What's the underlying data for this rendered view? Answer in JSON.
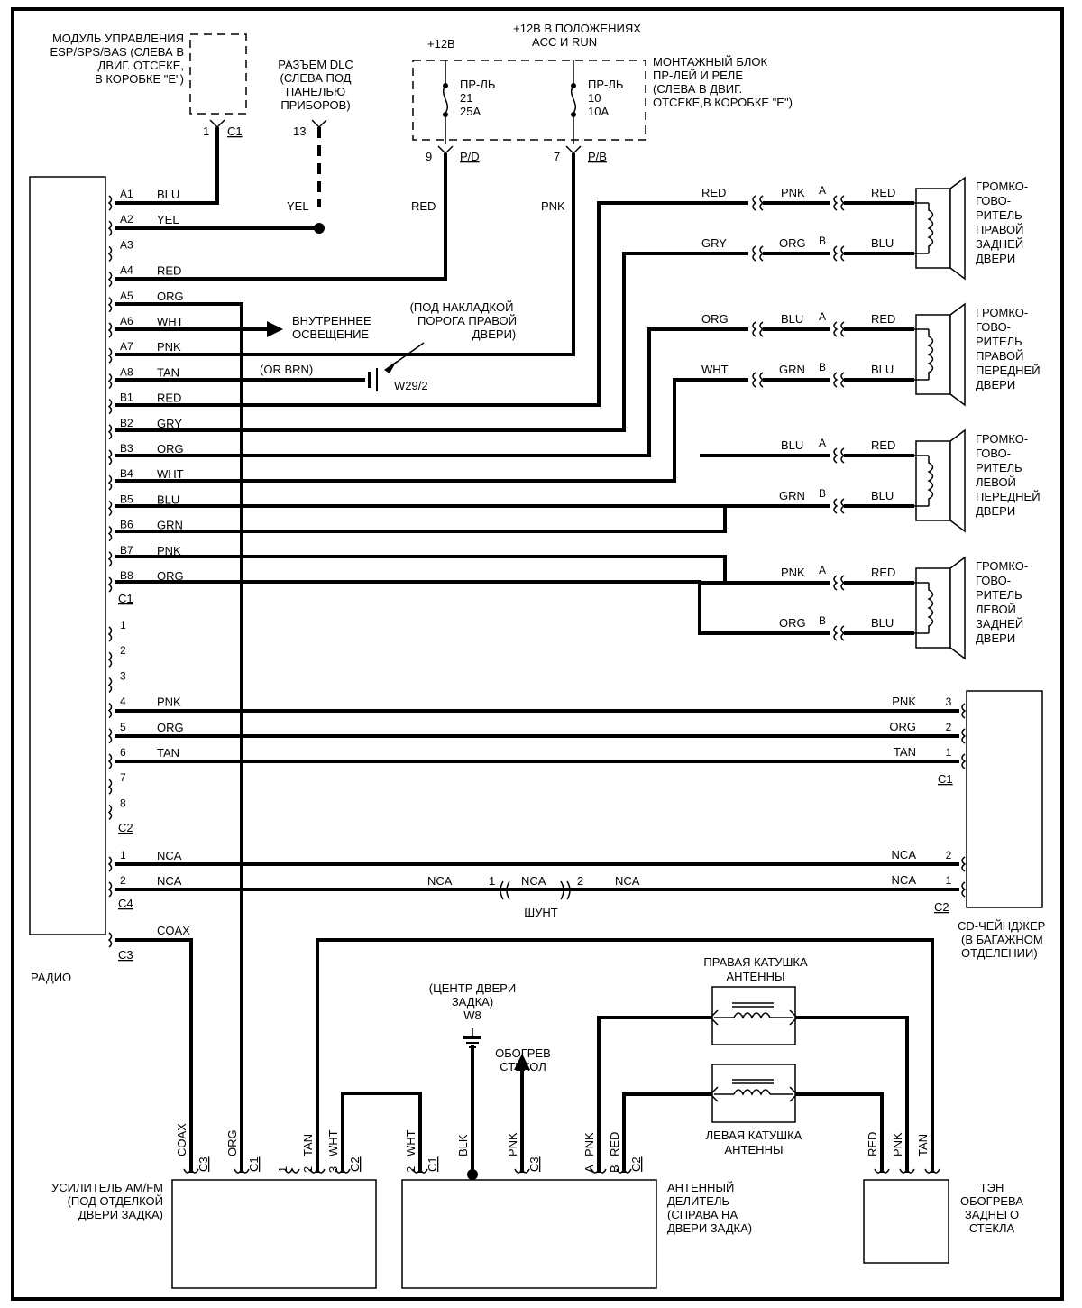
{
  "labels": {
    "esp_module": [
      "МОДУЛЬ УПРАВЛЕНИЯ",
      "ESP/SPS/BAS (СЛЕВА В",
      "ДВИГ. ОТСЕКЕ,",
      "В КОРОБКЕ \"Е\")"
    ],
    "dlc": [
      "РАЗЪЕМ DLC",
      "(СЛЕВА ПОД",
      "ПАНЕЛЬЮ",
      "ПРИБОРОВ)"
    ],
    "plus12": "+12В",
    "plus12_acc": [
      "+12В В ПОЛОЖЕНИЯХ",
      "ACC И  RUN"
    ],
    "fuse_block": [
      "МОНТАЖНЫЙ БЛОК",
      "ПР-ЛЕЙ И  РЕЛЕ",
      "(СЛЕВА В ДВИГ.",
      "ОТСЕКЕ,В КОРОБКЕ \"Е\")"
    ],
    "fuse21": [
      "ПР-ЛЬ",
      "21",
      "25А"
    ],
    "fuse10": [
      "ПР-ЛЬ",
      "10",
      "10А"
    ],
    "radio": "РАДИО",
    "interior_light": [
      "ВНУТРЕННЕЕ",
      "ОСВЕЩЕНИЕ"
    ],
    "sill_note": [
      "(ПОД НАКЛАДКОЙ",
      "ПОРОГА ПРАВОЙ",
      "ДВЕРИ)"
    ],
    "or_brn": "(OR BRN)",
    "w29": "W29/2",
    "spk_rr": [
      "ГРОМКО-",
      "ГОВО-",
      "РИТЕЛЬ",
      "ПРАВОЙ",
      "ЗАДНЕЙ",
      "ДВЕРИ"
    ],
    "spk_rf": [
      "ГРОМКО-",
      "ГОВО-",
      "РИТЕЛЬ",
      "ПРАВОЙ",
      "ПЕРЕДНЕЙ",
      "ДВЕРИ"
    ],
    "spk_lf": [
      "ГРОМКО-",
      "ГОВО-",
      "РИТЕЛЬ",
      "ЛЕВОЙ",
      "ПЕРЕДНЕЙ",
      "ДВЕРИ"
    ],
    "spk_lr": [
      "ГРОМКО-",
      "ГОВО-",
      "РИТЕЛЬ",
      "ЛЕВОЙ",
      "ЗАДНЕЙ",
      "ДВЕРИ"
    ],
    "cd_changer": [
      "CD-ЧЕЙНДЖЕР",
      "(В БАГАЖНОМ",
      "ОТДЕЛЕНИИ)"
    ],
    "shunt": "ШУНТ",
    "right_coil": [
      "ПРАВАЯ КАТУШКА",
      "АНТЕННЫ"
    ],
    "left_coil": [
      "ЛЕВАЯ КАТУШКА",
      "АНТЕННЫ"
    ],
    "w8": [
      "(ЦЕНТР ДВЕРИ",
      "ЗАДКА)",
      "W8"
    ],
    "defrost": [
      "ОБОГРЕВ",
      "СТЕКОЛ"
    ],
    "amfm": [
      "УСИЛИТЕЛЬ AM/FM",
      "(ПОД ОТДЕЛКОЙ",
      "ДВЕРИ ЗАДКА)"
    ],
    "splitter": [
      "АНТЕННЫЙ",
      "ДЕЛИТЕЛЬ",
      "(СПРАВА НА",
      "ДВЕРИ  ЗАДКА)"
    ],
    "heater": [
      "ТЭН",
      "ОБОГРЕВА",
      "ЗАДНЕГО",
      "СТЕКЛА"
    ]
  },
  "connectors": {
    "c1": "C1",
    "c2": "C2",
    "c3": "C3",
    "c4": "C4",
    "pd": "P/D",
    "pb": "P/B",
    "pin1": "1",
    "pin13": "13",
    "pin9": "9",
    "pin7": "7",
    "pinA": "A",
    "pinB": "B"
  },
  "radio_pins": [
    {
      "pin": "A1",
      "wire": "BLU"
    },
    {
      "pin": "A2",
      "wire": "YEL"
    },
    {
      "pin": "A3",
      "wire": ""
    },
    {
      "pin": "A4",
      "wire": "RED"
    },
    {
      "pin": "A5",
      "wire": "ORG"
    },
    {
      "pin": "A6",
      "wire": "WHT"
    },
    {
      "pin": "A7",
      "wire": "PNK"
    },
    {
      "pin": "A8",
      "wire": "TAN"
    },
    {
      "pin": "B1",
      "wire": "RED"
    },
    {
      "pin": "B2",
      "wire": "GRY"
    },
    {
      "pin": "B3",
      "wire": "ORG"
    },
    {
      "pin": "B4",
      "wire": "WHT"
    },
    {
      "pin": "B5",
      "wire": "BLU"
    },
    {
      "pin": "B6",
      "wire": "GRN"
    },
    {
      "pin": "B7",
      "wire": "PNK"
    },
    {
      "pin": "B8",
      "wire": "ORG"
    }
  ],
  "c2_pins": [
    {
      "pin": "1",
      "wire": ""
    },
    {
      "pin": "2",
      "wire": ""
    },
    {
      "pin": "3",
      "wire": ""
    },
    {
      "pin": "4",
      "wire": "PNK"
    },
    {
      "pin": "5",
      "wire": "ORG"
    },
    {
      "pin": "6",
      "wire": "TAN"
    },
    {
      "pin": "7",
      "wire": ""
    },
    {
      "pin": "8",
      "wire": ""
    }
  ],
  "c4_pins": [
    {
      "pin": "1",
      "wire": "NCA"
    },
    {
      "pin": "2",
      "wire": "NCA"
    }
  ],
  "cd_pins": [
    {
      "pin": "3",
      "wire": "PNK"
    },
    {
      "pin": "2",
      "wire": "ORG"
    },
    {
      "pin": "1",
      "wire": "TAN"
    },
    {
      "pin": "2",
      "wire": "NCA"
    },
    {
      "pin": "1",
      "wire": "NCA"
    }
  ],
  "wires": {
    "yel": "YEL",
    "red": "RED",
    "pnk": "PNK",
    "nca": "NCA",
    "coax": "COAX",
    "org": "ORG",
    "tan": "TAN",
    "wht": "WHT",
    "blk": "BLK",
    "blu": "BLU",
    "grn": "GRN",
    "gry": "GRY"
  },
  "speakers": [
    {
      "in_a": "RED",
      "mid_a": "PNK",
      "out_a": "RED",
      "in_b": "GRY",
      "mid_b": "ORG",
      "out_b": "BLU"
    },
    {
      "in_a": "ORG",
      "mid_a": "BLU",
      "out_a": "RED",
      "in_b": "WHT",
      "mid_b": "GRN",
      "out_b": "BLU"
    },
    {
      "mid_a": "BLU",
      "out_a": "RED",
      "mid_b": "GRN",
      "out_b": "BLU"
    },
    {
      "mid_a": "PNK",
      "out_a": "RED",
      "mid_b": "ORG",
      "out_b": "BLU"
    }
  ],
  "bottom": {
    "amfm": [
      {
        "wire": "COAX",
        "conn": "C3",
        "pin": ""
      },
      {
        "wire": "ORG",
        "conn": "C1",
        "pin": ""
      },
      {
        "wire": "",
        "conn": "",
        "pin": "1"
      },
      {
        "wire": "TAN",
        "conn": "",
        "pin": "2"
      },
      {
        "wire": "WHT",
        "conn": "C2",
        "pin": "3"
      }
    ],
    "splitter": [
      {
        "wire": "WHT",
        "conn": "C1",
        "pin": "2"
      },
      {
        "wire": "BLK",
        "conn": "",
        "pin": ""
      },
      {
        "wire": "PNK",
        "conn": "C3",
        "pin": ""
      },
      {
        "wire": "PNK",
        "conn": "",
        "pin": "A"
      },
      {
        "wire": "RED",
        "conn": "C2",
        "pin": "B"
      }
    ],
    "heater": [
      {
        "wire": "RED"
      },
      {
        "wire": "PNK"
      },
      {
        "wire": "TAN"
      }
    ]
  }
}
